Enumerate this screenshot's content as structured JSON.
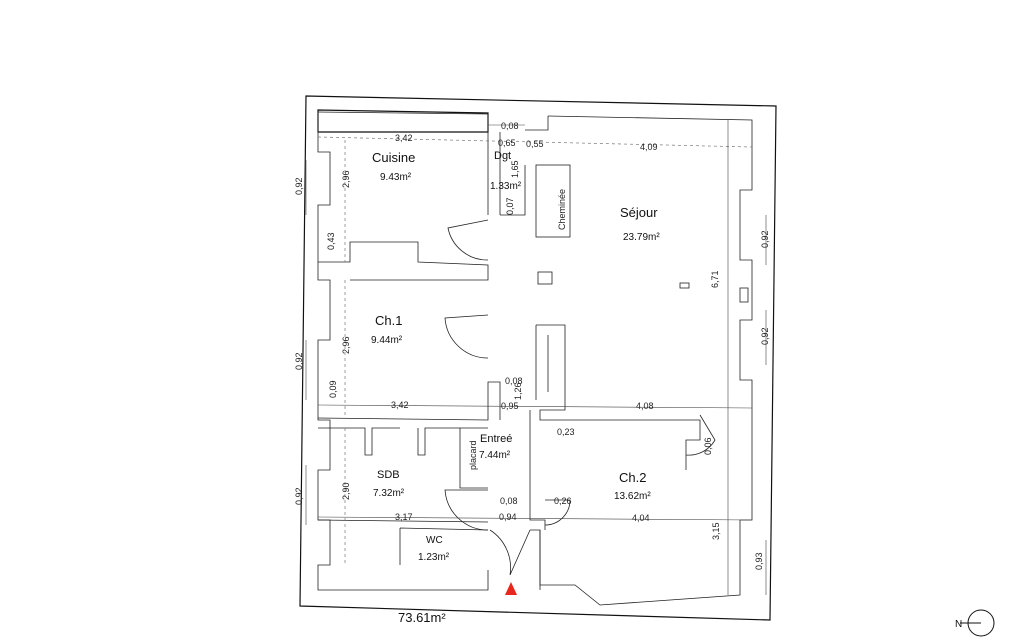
{
  "rooms": {
    "cuisine": {
      "name": "Cuisine",
      "area": "9.43m²"
    },
    "dgt": {
      "name": "Dgt",
      "area": "1.33m²"
    },
    "sejour": {
      "name": "Séjour",
      "area": "23.79m²"
    },
    "ch1": {
      "name": "Ch.1",
      "area": "9.44m²"
    },
    "entree": {
      "name": "Entreé",
      "area": "7.44m²"
    },
    "sdb": {
      "name": "SDB",
      "area": "7.32m²"
    },
    "ch2": {
      "name": "Ch.2",
      "area": "13.62m²"
    },
    "wc": {
      "name": "WC",
      "area": "1.23m²"
    }
  },
  "labels": {
    "cheminee": "Cheminée",
    "placard": "placard",
    "total_area": "73.61m²",
    "north": "N"
  },
  "dims": {
    "d342_top": "3,42",
    "d008_top": "0,08",
    "d065": "0,65",
    "d055": "0,55",
    "d409": "4,09",
    "d165": "1,65",
    "d007": "0,07",
    "d296_top": "2,96",
    "d092_a": "0,92",
    "d043": "0,43",
    "d296_mid": "2,96",
    "d092_b": "0,92",
    "d009": "0,09",
    "d342_mid": "3,42",
    "d008_mid": "0,08",
    "d126": "1,26",
    "d095": "0,95",
    "d408": "4,08",
    "d023": "0,23",
    "d006": "0,06",
    "d092_c": "0,92",
    "d290": "2,90",
    "d317": "3,17",
    "d008_bot": "0,08",
    "d094": "0,94",
    "d026": "0,26",
    "d404": "4,04",
    "d315": "3,15",
    "d093": "0,93",
    "d092_r1": "0,92",
    "d671": "6,71",
    "d092_r2": "0,92"
  },
  "colors": {
    "entry_marker": "#e8261c",
    "walls": "#111111"
  }
}
